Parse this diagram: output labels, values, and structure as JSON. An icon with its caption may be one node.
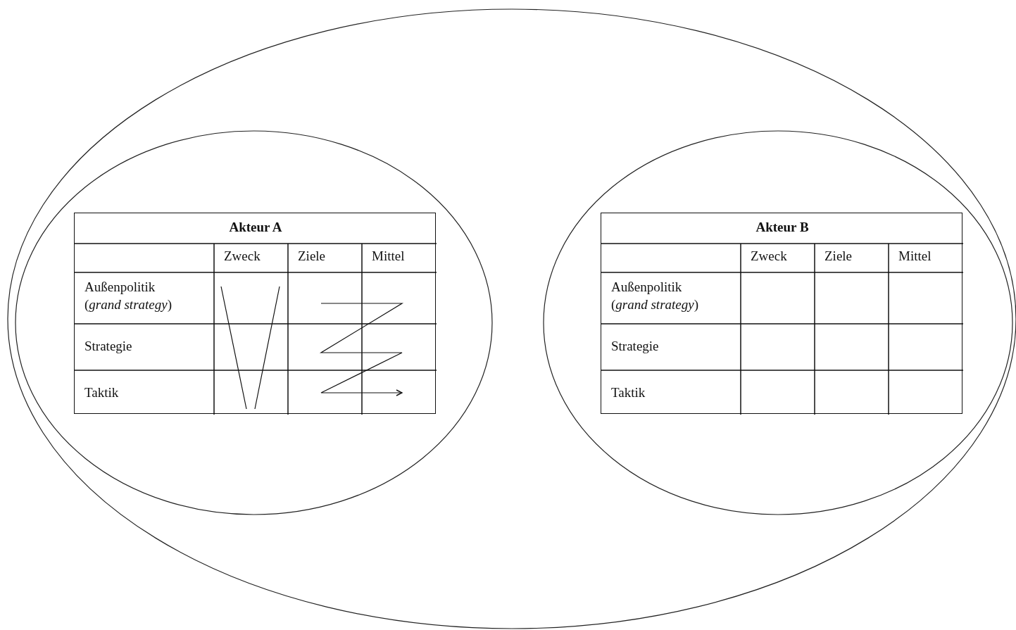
{
  "diagram": {
    "nodes": [
      {
        "text": [],
        "shape": "ellipse"
      },
      {
        "text": [],
        "shape": "ellipse",
        "in": 0
      },
      {
        "text": [],
        "shape": "ellipse",
        "in": 0
      },
      {
        "text": [
          "Akteur A"
        ],
        "in": 1
      },
      {
        "text": [
          "Akteur B"
        ],
        "in": 2
      }
    ],
    "edges": [],
    "labels": [
      "Zweck",
      "Ziele",
      "Mittel",
      "Außenpolitik (*grand strategy*)",
      "Strategie",
      "Taktik",
      "Zweck",
      "Ziele",
      "Mittel",
      "Außenpolitik (*grand strategy*)",
      "Strategie",
      "Taktik"
    ]
  }
}
